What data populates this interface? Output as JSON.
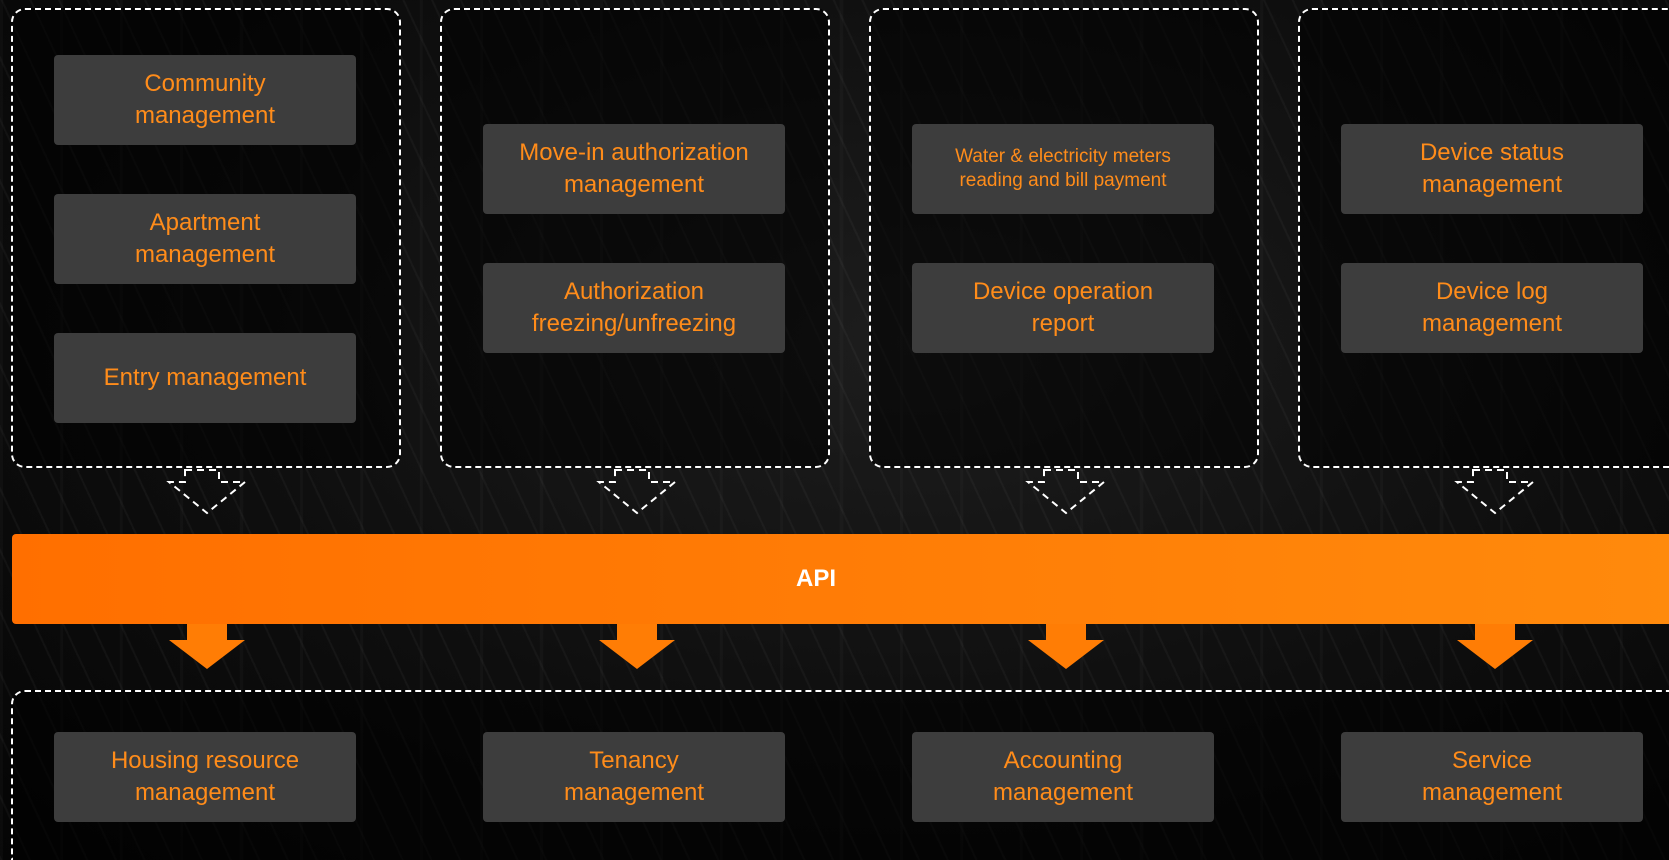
{
  "top_panels": [
    {
      "items": [
        "Community\nmanagement",
        "Apartment\nmanagement",
        "Entry management"
      ]
    },
    {
      "items": [
        "Move-in authorization\nmanagement",
        "Authorization\nfreezing/unfreezing"
      ]
    },
    {
      "items": [
        "Water & electricity meters\nreading and bill payment",
        "Device operation\nreport"
      ]
    },
    {
      "items": [
        "Device status\nmanagement",
        "Device log\nmanagement"
      ]
    }
  ],
  "api": {
    "label": "API"
  },
  "bottom_panel": {
    "items": [
      "Housing resource\nmanagement",
      "Tenancy\nmanagement",
      "Accounting\nmanagement",
      "Service\nmanagement"
    ]
  },
  "colors": {
    "accent_orange": "#ff8c1a",
    "api_bar_start": "#ff6f00",
    "api_bar_end": "#ff8a0c",
    "box_fill": "#3d3d3d",
    "dashed_border": "#ffffff"
  }
}
